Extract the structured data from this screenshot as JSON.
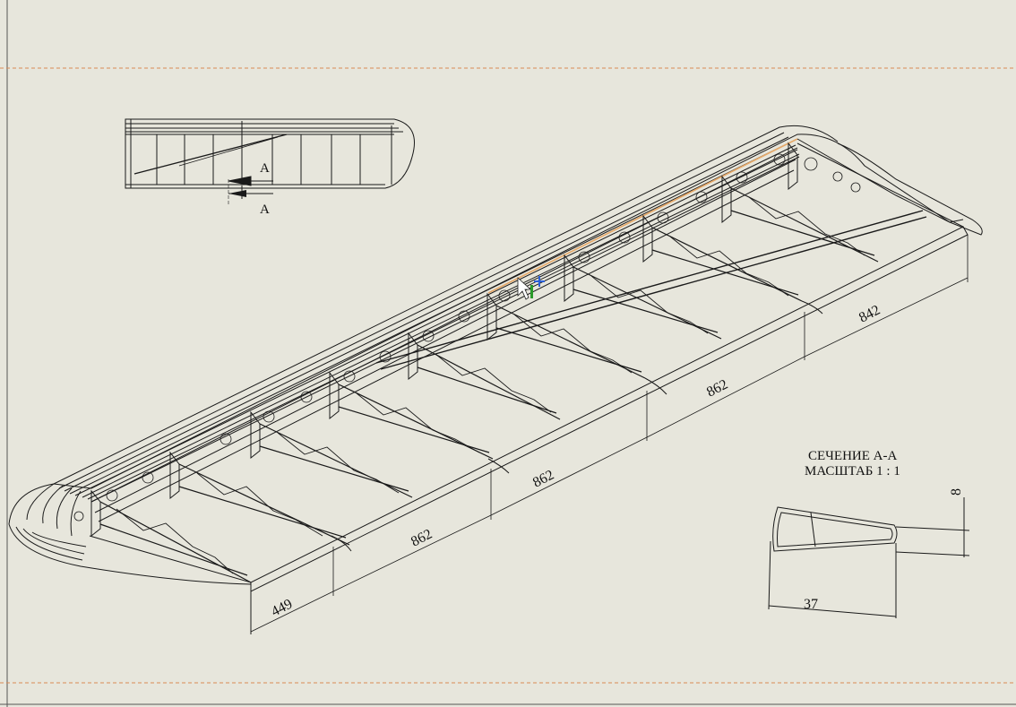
{
  "drawing": {
    "section_marker": "A",
    "section_title": "СЕЧЕНИЕ А-А",
    "section_scale": "МАСШТАБ 1 : 1",
    "dimensions": {
      "bay_449": "449",
      "bay_862_a": "862",
      "bay_862_b": "862",
      "bay_862_c": "862",
      "bay_842": "842",
      "section_width": "37",
      "section_height": "8"
    }
  },
  "colors": {
    "sheet": "#e7e6dc",
    "line": "#1a1a1a",
    "border_dashed": "#d98a55",
    "spar_highlight": "#e6a868",
    "cursor_cross": "#2a5fd6",
    "cursor_bar": "#2a9a2a"
  }
}
